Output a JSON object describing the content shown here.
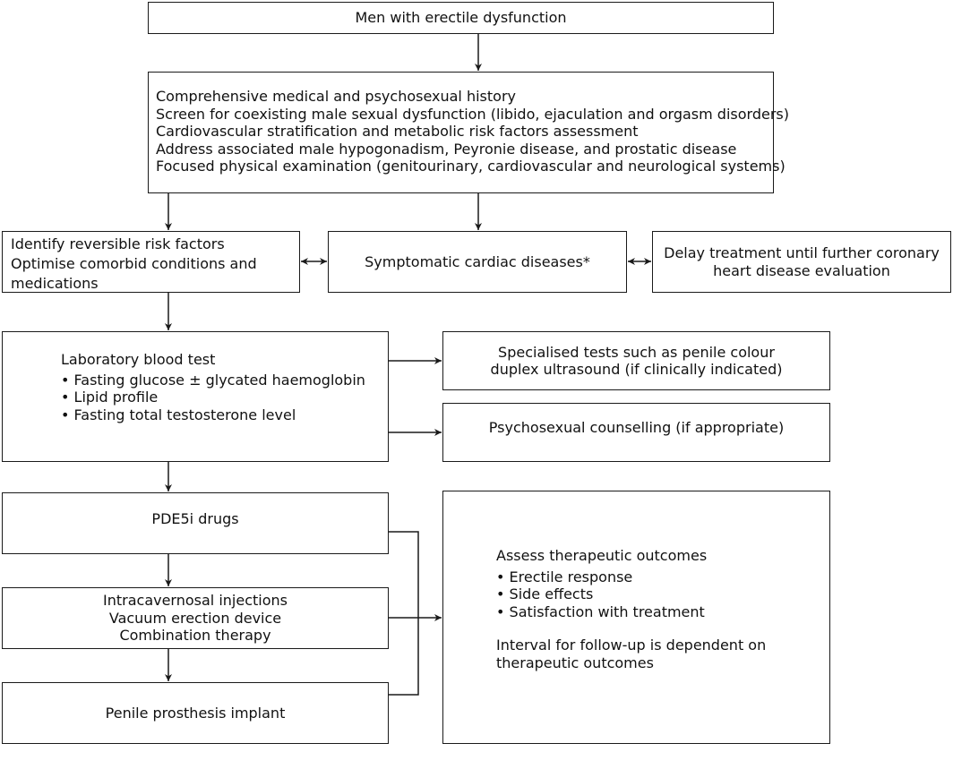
{
  "nodes": {
    "start": "Men with erectile dysfunction",
    "assessment": [
      "Comprehensive medical and psychosexual history",
      "Screen for coexisting male sexual dysfunction (libido, ejaculation and orgasm disorders)",
      "Cardiovascular stratification and metabolic risk factors assessment",
      "Address associated male hypogonadism, Peyronie disease, and prostatic disease",
      "Focused physical examination (genitourinary, cardiovascular and neurological systems)"
    ],
    "risk_factors": [
      "Identify reversible risk factors",
      "Optimise comorbid conditions and",
      "medications"
    ],
    "cardiac": "Symptomatic cardiac diseases*",
    "delay": [
      "Delay treatment until further coronary",
      "heart disease evaluation"
    ],
    "blood_test": {
      "title": "Laboratory blood test",
      "items": [
        "Fasting glucose ± glycated haemoglobin",
        "Lipid profile",
        "Fasting total testosterone level"
      ]
    },
    "specialised": [
      "Specialised tests such as penile colour",
      "duplex ultrasound (if clinically indicated)"
    ],
    "counselling": "Psychosexual counselling (if appropriate)",
    "pde5i": "PDE5i drugs",
    "second_line": [
      "Intracavernosal injections",
      "Vacuum erection device",
      "Combination therapy"
    ],
    "prosthesis": "Penile prosthesis implant",
    "outcomes": {
      "title": "Assess therapeutic outcomes",
      "items": [
        "Erectile response",
        "Side effects",
        "Satisfaction with treatment"
      ],
      "note": [
        "Interval for follow-up is dependent on",
        "therapeutic outcomes"
      ]
    }
  }
}
